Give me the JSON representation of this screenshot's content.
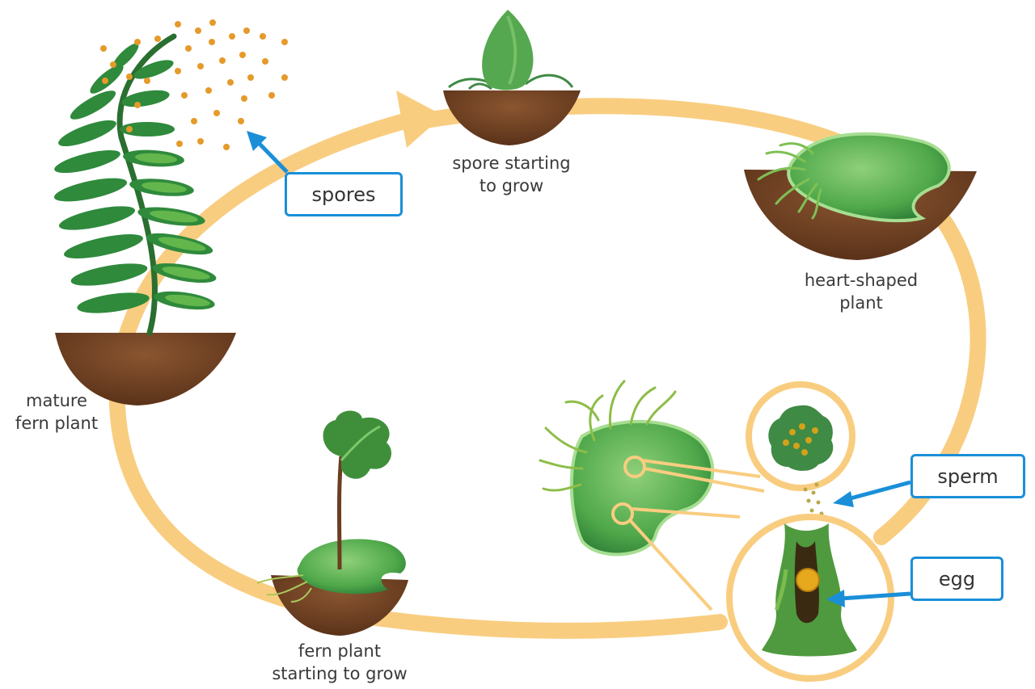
{
  "stages": {
    "spore_growing": "spore starting\nto grow",
    "heart_shaped": "heart-shaped\nplant",
    "mature": "mature\nfern plant",
    "fern_growing": "fern plant\nstarting to grow"
  },
  "callouts": {
    "spores": "spores",
    "sperm": "sperm",
    "egg": "egg"
  },
  "colors": {
    "cycle": "#f9cd80",
    "callout_border": "#1a8fd8",
    "soil": "#6b3d21",
    "leaf_dark": "#2f8a3c",
    "leaf_light": "#6fc24f",
    "spore": "#e59a2a"
  }
}
